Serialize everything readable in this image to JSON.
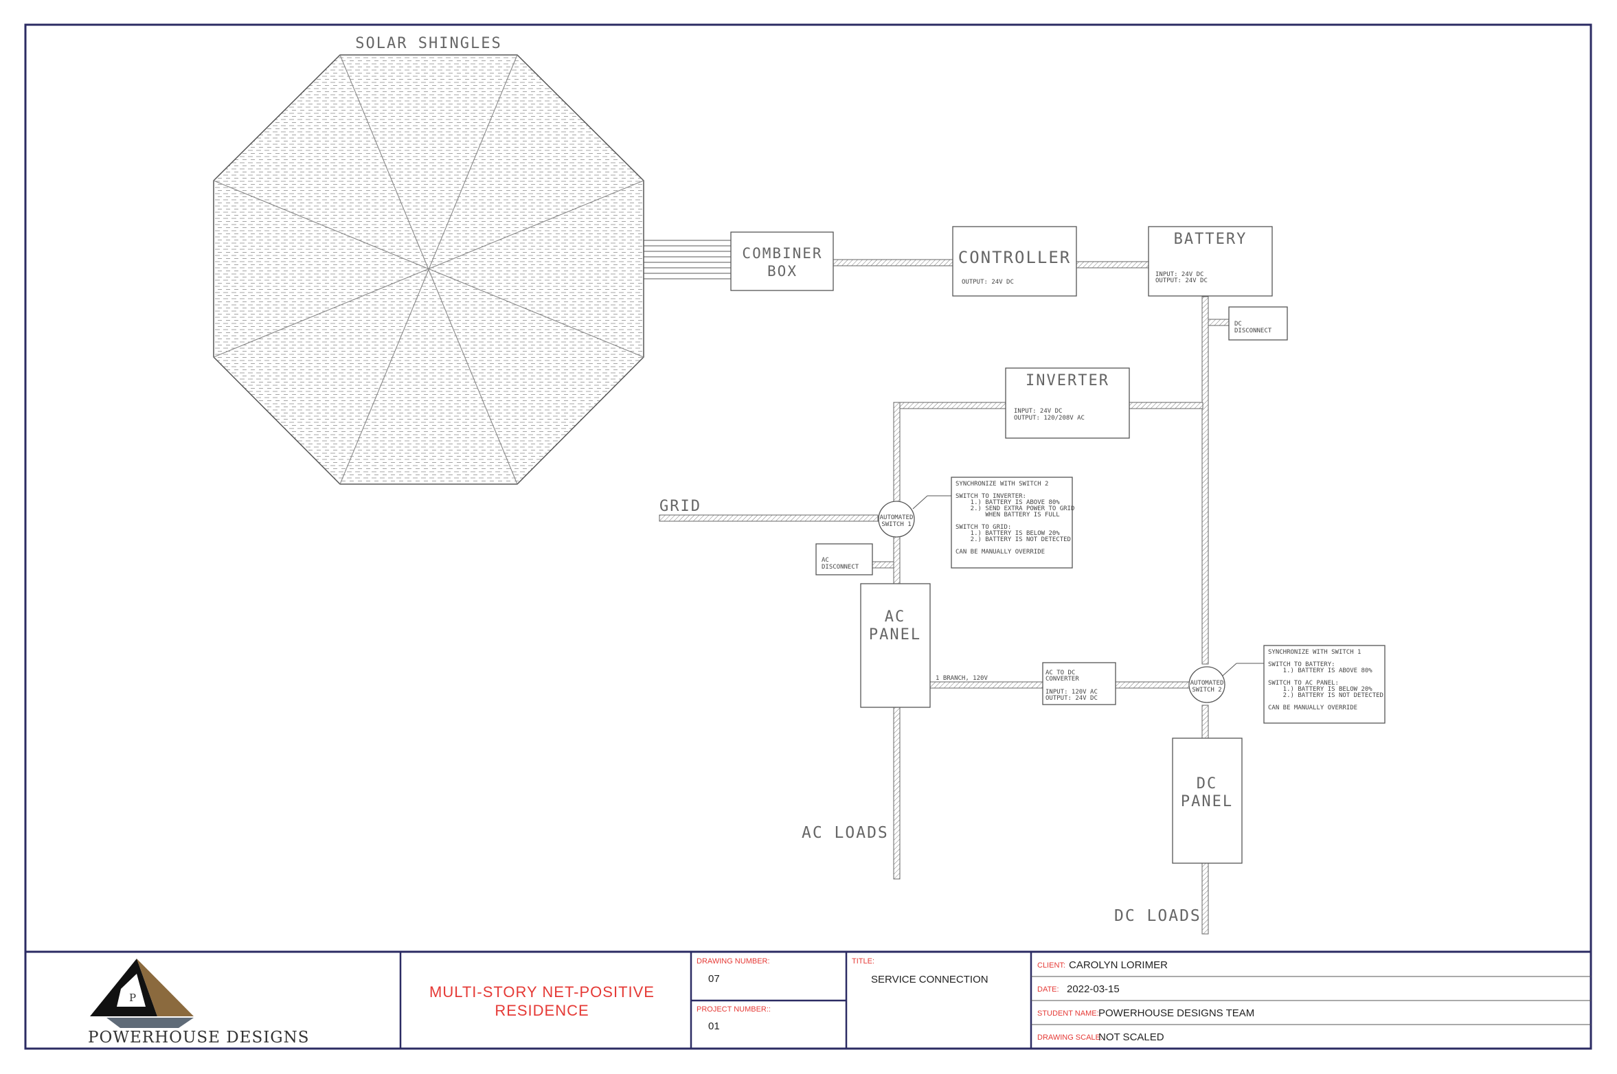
{
  "diagram": {
    "solar_label": "SOLAR SHINGLES",
    "combiner": {
      "line1": "COMBINER",
      "line2": "BOX"
    },
    "controller": {
      "title": "CONTROLLER",
      "spec": "OUTPUT: 24V DC"
    },
    "battery": {
      "title": "BATTERY",
      "spec1": "INPUT: 24V DC",
      "spec2": "OUTPUT: 24V DC"
    },
    "dc_disconnect": {
      "line1": "DC",
      "line2": "DISCONNECT"
    },
    "inverter": {
      "title": "INVERTER",
      "spec1": "INPUT: 24V DC",
      "spec2": "OUTPUT: 120/208V AC"
    },
    "grid_label": "GRID",
    "switch1": {
      "line1": "AUTOMATED",
      "line2": "SWITCH 1"
    },
    "switch1_note": [
      "SYNCHRONIZE WITH SWITCH 2",
      "",
      "SWITCH TO INVERTER:",
      "    1.) BATTERY IS ABOVE 80%",
      "    2.) SEND EXTRA POWER TO GRID",
      "        WHEN BATTERY IS FULL",
      "",
      "SWITCH TO GRID:",
      "    1.) BATTERY IS BELOW 20%",
      "    2.) BATTERY IS NOT DETECTED",
      "",
      "CAN BE MANUALLY OVERRIDE"
    ],
    "ac_disconnect": {
      "line1": "AC",
      "line2": "DISCONNECT"
    },
    "ac_panel": {
      "line1": "AC",
      "line2": "PANEL"
    },
    "branch_label": "1 BRANCH, 120V",
    "converter": {
      "line1": "AC TO DC",
      "line2": "CONVERTER",
      "spec1": "INPUT: 120V AC",
      "spec2": "OUTPUT: 24V DC"
    },
    "switch2": {
      "line1": "AUTOMATED",
      "line2": "SWITCH 2"
    },
    "switch2_note": [
      "SYNCHRONIZE WITH SWITCH 1",
      "",
      "SWITCH TO BATTERY:",
      "    1.) BATTERY IS ABOVE 80%",
      "",
      "SWITCH TO AC PANEL:",
      "    1.) BATTERY IS BELOW 20%",
      "    2.) BATTERY IS NOT DETECTED",
      "",
      "CAN BE MANUALLY OVERRIDE"
    ],
    "dc_panel": {
      "line1": "DC",
      "line2": "PANEL"
    },
    "ac_loads": "AC LOADS",
    "dc_loads": "DC LOADS"
  },
  "title_block": {
    "company": "POWERHOUSE DESIGNS",
    "logo_letter": "P",
    "project_line1": "MULTI-STORY NET-POSITIVE",
    "project_line2": "RESIDENCE",
    "drawing_number_label": "DRAWING NUMBER:",
    "drawing_number": "07",
    "project_number_label": "PROJECT NUMBER::",
    "project_number": "01",
    "title_label": "TITLE:",
    "title": "SERVICE CONNECTION",
    "client_label": "CLIENT:",
    "client": "CAROLYN LORIMER",
    "date_label": "DATE:",
    "date": "2022-03-15",
    "student_label": "STUDENT NAME:",
    "student": "POWERHOUSE DESIGNS TEAM",
    "scale_label": "DRAWING SCALE:",
    "scale": "NOT SCALED"
  },
  "colors": {
    "frame": "#2b2b63",
    "accent_red": "#e53935",
    "logo_brown": "#8b6a3e",
    "logo_black": "#111111",
    "logo_gray": "#5f6b78"
  }
}
